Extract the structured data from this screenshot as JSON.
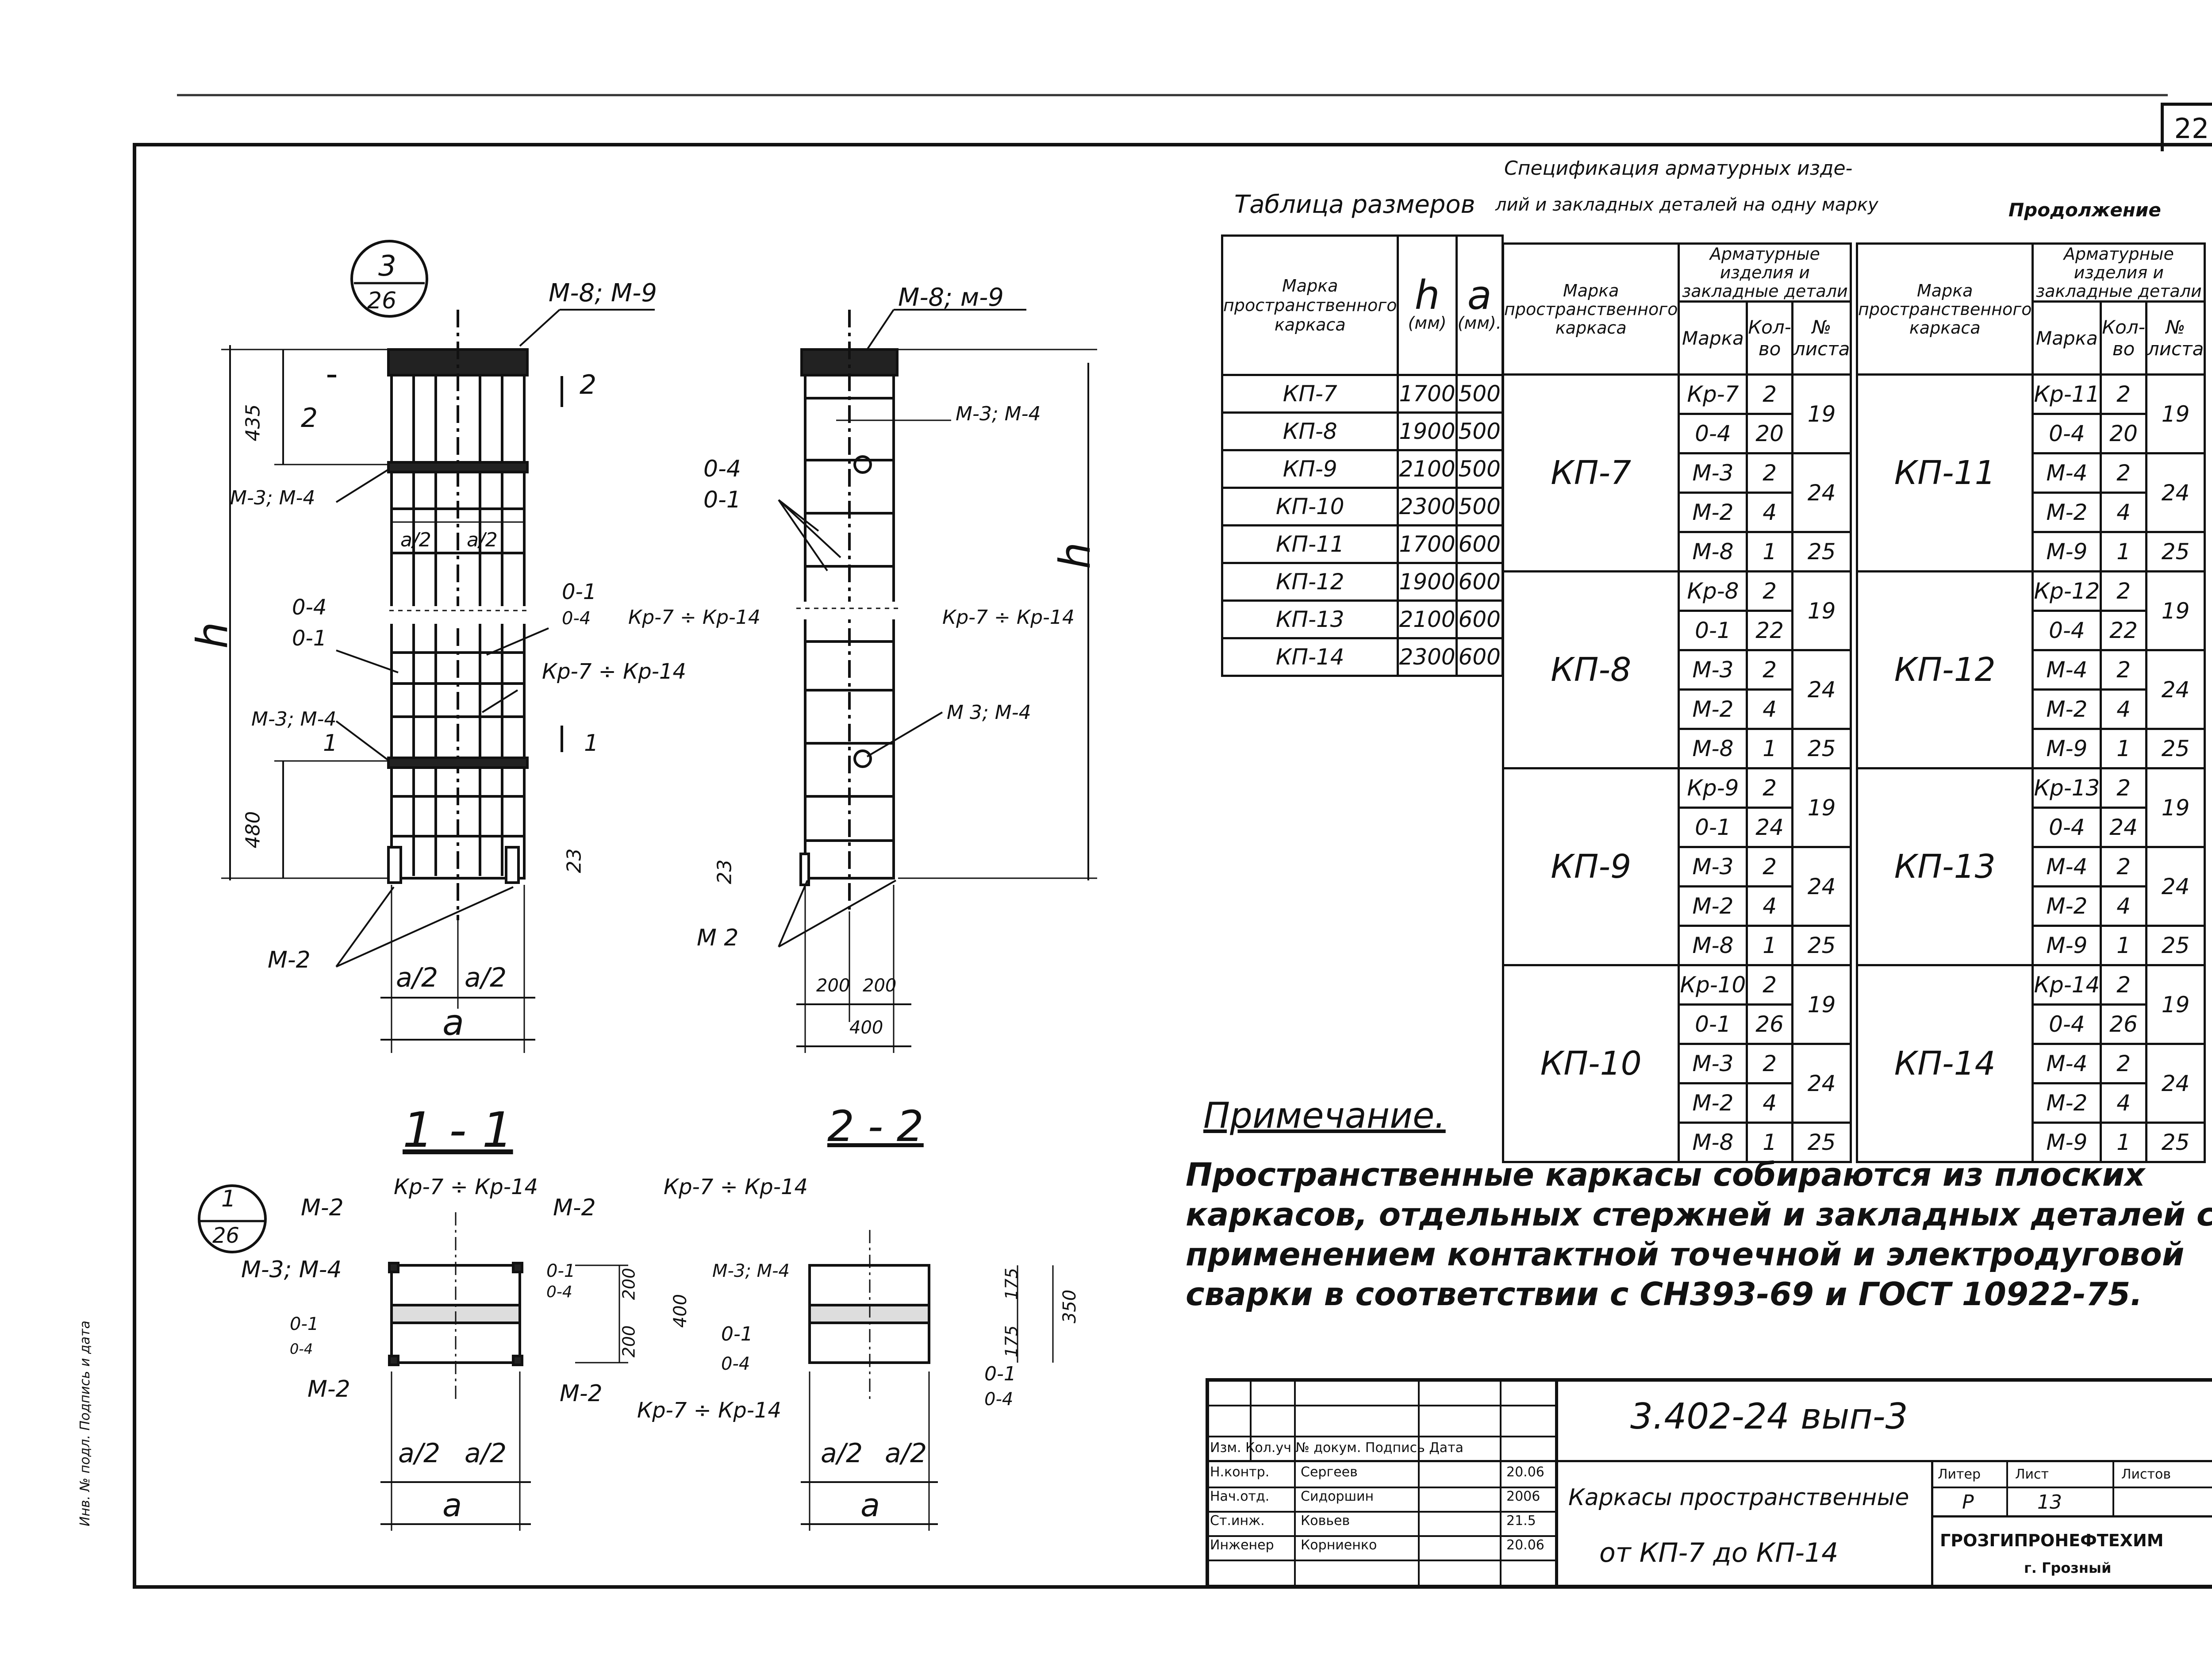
{
  "sheet_number": "22",
  "headings": {
    "size_table": "Таблица размеров",
    "spec_line1": "Спецификация арматурных изде-",
    "spec_line2": "лий и закладных деталей на одну марку",
    "continuation": "Продолжение"
  },
  "size_table": {
    "col_mark": "Марка пространственного каркаса",
    "col_h": "h",
    "col_h_unit": "(мм)",
    "col_a": "a",
    "col_a_unit": "(мм).",
    "rows": [
      {
        "mark": "КП-7",
        "h": "1700",
        "a": "500"
      },
      {
        "mark": "КП-8",
        "h": "1900",
        "a": "500"
      },
      {
        "mark": "КП-9",
        "h": "2100",
        "a": "500"
      },
      {
        "mark": "КП-10",
        "h": "2300",
        "a": "500"
      },
      {
        "mark": "КП-11",
        "h": "1700",
        "a": "600"
      },
      {
        "mark": "КП-12",
        "h": "1900",
        "a": "600"
      },
      {
        "mark": "КП-13",
        "h": "2100",
        "a": "600"
      },
      {
        "mark": "КП-14",
        "h": "2300",
        "a": "600"
      }
    ]
  },
  "spec_header": {
    "col_frame": "Марка пространственного каркаса",
    "col_group": "Арматурные изделия и закладные детали",
    "col_mark": "Марка",
    "col_qty": "Кол-во",
    "col_sheet": "№ листа"
  },
  "spec_left": [
    {
      "frame": "КП-7",
      "items": [
        {
          "mark": "Кр-7",
          "qty": "2",
          "sheet": "19"
        },
        {
          "mark": "0-4",
          "qty": "20",
          "sheet": ""
        },
        {
          "mark": "М-3",
          "qty": "2",
          "sheet": "24"
        },
        {
          "mark": "М-2",
          "qty": "4",
          "sheet": ""
        },
        {
          "mark": "М-8",
          "qty": "1",
          "sheet": "25"
        }
      ]
    },
    {
      "frame": "КП-8",
      "items": [
        {
          "mark": "Кр-8",
          "qty": "2",
          "sheet": "19"
        },
        {
          "mark": "0-1",
          "qty": "22",
          "sheet": ""
        },
        {
          "mark": "М-3",
          "qty": "2",
          "sheet": "24"
        },
        {
          "mark": "М-2",
          "qty": "4",
          "sheet": ""
        },
        {
          "mark": "М-8",
          "qty": "1",
          "sheet": "25"
        }
      ]
    },
    {
      "frame": "КП-9",
      "items": [
        {
          "mark": "Кр-9",
          "qty": "2",
          "sheet": "19"
        },
        {
          "mark": "0-1",
          "qty": "24",
          "sheet": ""
        },
        {
          "mark": "М-3",
          "qty": "2",
          "sheet": "24"
        },
        {
          "mark": "М-2",
          "qty": "4",
          "sheet": ""
        },
        {
          "mark": "М-8",
          "qty": "1",
          "sheet": "25"
        }
      ]
    },
    {
      "frame": "КП-10",
      "items": [
        {
          "mark": "Кр-10",
          "qty": "2",
          "sheet": "19"
        },
        {
          "mark": "0-1",
          "qty": "26",
          "sheet": ""
        },
        {
          "mark": "М-3",
          "qty": "2",
          "sheet": "24"
        },
        {
          "mark": "М-2",
          "qty": "4",
          "sheet": ""
        },
        {
          "mark": "М-8",
          "qty": "1",
          "sheet": "25"
        }
      ]
    }
  ],
  "spec_right": [
    {
      "frame": "КП-11",
      "items": [
        {
          "mark": "Кр-11",
          "qty": "2",
          "sheet": "19"
        },
        {
          "mark": "0-4",
          "qty": "20",
          "sheet": ""
        },
        {
          "mark": "М-4",
          "qty": "2",
          "sheet": "24"
        },
        {
          "mark": "М-2",
          "qty": "4",
          "sheet": ""
        },
        {
          "mark": "М-9",
          "qty": "1",
          "sheet": "25"
        }
      ]
    },
    {
      "frame": "КП-12",
      "items": [
        {
          "mark": "Кр-12",
          "qty": "2",
          "sheet": "19"
        },
        {
          "mark": "0-4",
          "qty": "22",
          "sheet": ""
        },
        {
          "mark": "М-4",
          "qty": "2",
          "sheet": "24"
        },
        {
          "mark": "М-2",
          "qty": "4",
          "sheet": ""
        },
        {
          "mark": "М-9",
          "qty": "1",
          "sheet": "25"
        }
      ]
    },
    {
      "frame": "КП-13",
      "items": [
        {
          "mark": "Кр-13",
          "qty": "2",
          "sheet": "19"
        },
        {
          "mark": "0-4",
          "qty": "24",
          "sheet": ""
        },
        {
          "mark": "М-4",
          "qty": "2",
          "sheet": "24"
        },
        {
          "mark": "М-2",
          "qty": "4",
          "sheet": ""
        },
        {
          "mark": "М-9",
          "qty": "1",
          "sheet": "25"
        }
      ]
    },
    {
      "frame": "КП-14",
      "items": [
        {
          "mark": "Кр-14",
          "qty": "2",
          "sheet": "19"
        },
        {
          "mark": "0-4",
          "qty": "26",
          "sheet": ""
        },
        {
          "mark": "М-4",
          "qty": "2",
          "sheet": "24"
        },
        {
          "mark": "М-2",
          "qty": "4",
          "sheet": ""
        },
        {
          "mark": "М-9",
          "qty": "1",
          "sheet": "25"
        }
      ]
    }
  ],
  "note": {
    "title": "Примечание.",
    "line1": "Пространственные каркасы собираются из плоских",
    "line2": "каркасов, отдельных стержней и закладных деталей с",
    "line3": "применением контактной точечной и электродуговой",
    "line4": "сварки в соответствии с СН393-69 и ГОСТ 10922-75."
  },
  "drawing_labels": {
    "callout_top_num": "3",
    "callout_top_den": "26",
    "callout_bot_num": "1",
    "callout_bot_den": "26",
    "m8m9_front": "М-8; М-9",
    "m8m9_side": "М-8; м-9",
    "dim_435": "435",
    "dim_480": "480",
    "dim_h": "h",
    "m3m4": "М-3; М-4",
    "m3m4_b": "М-3; М-4",
    "m3m4_side": "М-3; М-4",
    "m3m4_side2": "М 3; М-4",
    "half_a": "a/2",
    "a": "a",
    "o4_o1": "0-4",
    "o1": "0-1",
    "o4": "0-4",
    "kp7_14": "Кр-7 ÷ Кр-14",
    "m2": "М-2",
    "m2_side": "М 2",
    "sec22": "2",
    "sec11": "1",
    "dim_23": "23",
    "dim_200": "200",
    "dim_400": "400",
    "section_1_1": "1 - 1",
    "section_2_2": "2 - 2",
    "dim_175": "175",
    "dim_350": "350",
    "stamp_vertical": "Инв. № подл. Подпись и дата"
  },
  "title_block": {
    "doc_number": "3.402-24 вып-3",
    "title_line1": "Каркасы пространственные",
    "title_line2": "от КП-7 до КП-14",
    "col_headers": [
      "Изм.",
      "Кол.уч",
      "№ докум.",
      "Подпись",
      "Дата"
    ],
    "col_headers_compact": "Изм. Кол.уч  № докум.  Подпись  Дата",
    "people": [
      {
        "role": "Н.контр.",
        "name": "Сергеев",
        "date": "20.06"
      },
      {
        "role": "Нач.отд.",
        "name": "Сидоршин",
        "date": "2006"
      },
      {
        "role": "Ст.инж.",
        "name": "Ковьев",
        "date": "21.5"
      },
      {
        "role": "Инженер",
        "name": "Корниенко",
        "date": "20.06"
      }
    ],
    "litera_label": "Литер",
    "sheet_label": "Лист",
    "sheets_label": "Листов",
    "litera": "Р",
    "sheet": "13",
    "org": "ГРОЗГИПРОНЕФТЕХИМ",
    "city": "г. Грозный"
  }
}
